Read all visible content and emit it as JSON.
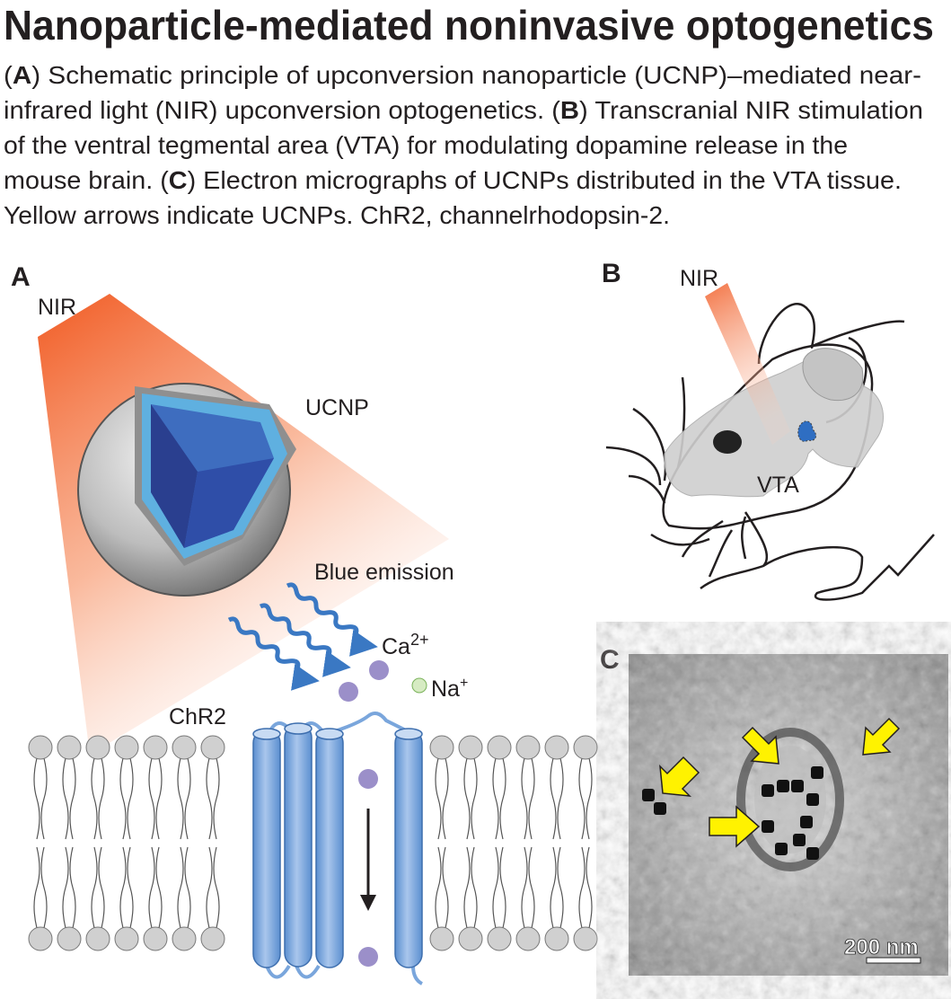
{
  "title": "Nanoparticle-mediated noninvasive optogenetics",
  "caption": {
    "l1a": "(",
    "l1b": "A",
    "l1c": ") Schematic principle of upconversion nanoparticle (UCNP)–mediated near-",
    "l2a": "infrared light (NIR) upconversion optogenetics. (",
    "l2b": "B",
    "l2c": ") Transcranial NIR stimulation",
    "l3": "of the ventral tegmental area (VTA) for modulating dopamine release in the",
    "l4a": "mouse brain. (",
    "l4b": "C",
    "l4c": ") Electron micrographs of UCNPs distributed in the VTA tissue.",
    "l5": "Yellow arrows indicate UCNPs. ChR2, channelrhodopsin-2."
  },
  "panelA": {
    "letter": "A",
    "nir": "NIR",
    "ucnp": "UCNP",
    "emission": "Blue emission",
    "ca": "Ca",
    "ca_charge": "2+",
    "na": "Na",
    "na_charge": "+",
    "chr2": "ChR2"
  },
  "panelB": {
    "letter": "B",
    "nir": "NIR",
    "vta": "VTA"
  },
  "panelC": {
    "letter": "C",
    "scale": "200 nm"
  },
  "colors": {
    "nir": "#f15a22",
    "emission": "#3a78c3",
    "ion": "#9b8fc9",
    "na_ion": "#d6ebc2",
    "arrow": "#fff200",
    "channel": "#7aa6dc"
  }
}
